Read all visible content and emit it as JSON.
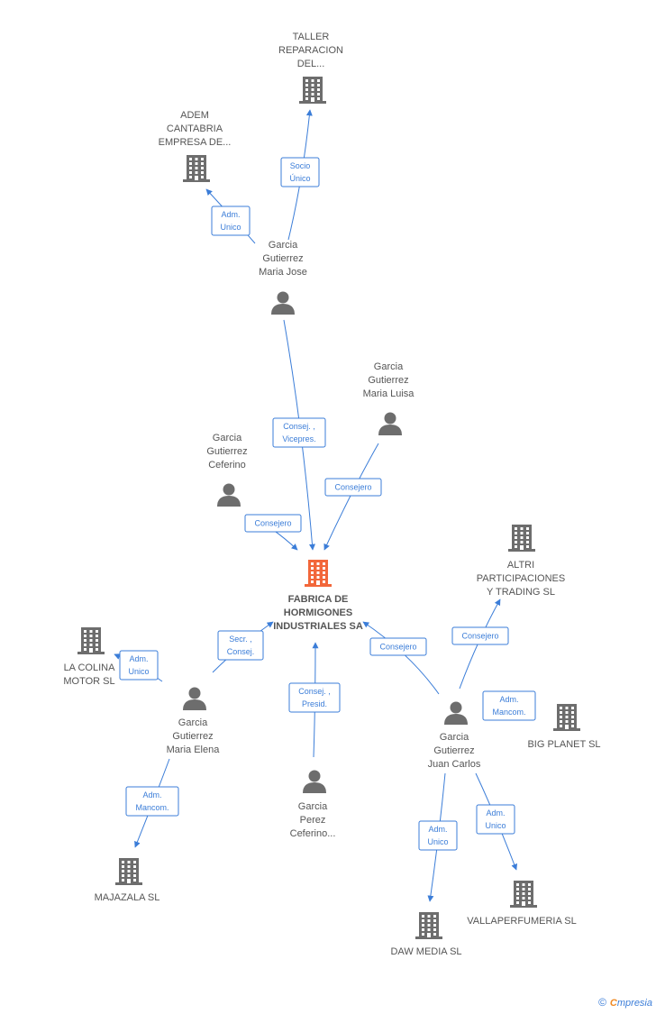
{
  "colors": {
    "edge": "#3b7dd8",
    "icon": "#6d6d6d",
    "main": "#f2673a",
    "label": "#555555"
  },
  "nodes": [
    {
      "id": "main",
      "type": "company",
      "main": true,
      "label": [
        "FABRICA DE",
        "HORMIGONES",
        "INDUSTRIALES SA"
      ]
    },
    {
      "id": "taller",
      "type": "company",
      "label": [
        "TALLER",
        "REPARACION",
        "DEL..."
      ]
    },
    {
      "id": "adem",
      "type": "company",
      "label": [
        "ADEM",
        "CANTABRIA",
        "EMPRESA DE..."
      ]
    },
    {
      "id": "mjose",
      "type": "person",
      "label": [
        "Garcia",
        "Gutierrez",
        "Maria Jose"
      ]
    },
    {
      "id": "mluisa",
      "type": "person",
      "label": [
        "Garcia",
        "Gutierrez",
        "Maria Luisa"
      ]
    },
    {
      "id": "ceferino",
      "type": "person",
      "label": [
        "Garcia",
        "Gutierrez",
        "Ceferino"
      ]
    },
    {
      "id": "altri",
      "type": "company",
      "label": [
        "ALTRI",
        "PARTICIPACIONES",
        "Y TRADING SL"
      ]
    },
    {
      "id": "lacolina",
      "type": "company",
      "label": [
        "LA COLINA",
        "MOTOR SL"
      ]
    },
    {
      "id": "melena",
      "type": "person",
      "label": [
        "Garcia",
        "Gutierrez",
        "Maria Elena"
      ]
    },
    {
      "id": "perez",
      "type": "person",
      "label": [
        "Garcia",
        "Perez",
        "Ceferino..."
      ]
    },
    {
      "id": "jcarlos",
      "type": "person",
      "label": [
        "Garcia",
        "Gutierrez",
        "Juan Carlos"
      ]
    },
    {
      "id": "bigplanet",
      "type": "company",
      "label": [
        "BIG PLANET SL"
      ]
    },
    {
      "id": "majazala",
      "type": "company",
      "label": [
        "MAJAZALA SL"
      ]
    },
    {
      "id": "dawmedia",
      "type": "company",
      "label": [
        "DAW MEDIA SL"
      ]
    },
    {
      "id": "vallaperfumeria",
      "type": "company",
      "label": [
        "VALLAPERFUMERIA SL"
      ]
    }
  ],
  "edges": [
    {
      "from": "mjose",
      "to": "taller",
      "label": [
        "Socio",
        "Único"
      ]
    },
    {
      "from": "mjose",
      "to": "adem",
      "label": [
        "Adm.",
        "Unico"
      ]
    },
    {
      "from": "mjose",
      "to": "main",
      "label": [
        "Consej. ,",
        "Vicepres."
      ]
    },
    {
      "from": "mluisa",
      "to": "main",
      "label": [
        "Consejero"
      ]
    },
    {
      "from": "ceferino",
      "to": "main",
      "label": [
        "Consejero"
      ]
    },
    {
      "from": "melena",
      "to": "main",
      "label": [
        "Secr. ,",
        "Consej."
      ]
    },
    {
      "from": "melena",
      "to": "lacolina",
      "label": [
        "Adm.",
        "Unico"
      ]
    },
    {
      "from": "melena",
      "to": "majazala",
      "label": [
        "Adm.",
        "Mancom."
      ]
    },
    {
      "from": "perez",
      "to": "main",
      "label": [
        "Consej. ,",
        "Presid."
      ]
    },
    {
      "from": "jcarlos",
      "to": "main",
      "label": [
        "Consejero"
      ]
    },
    {
      "from": "jcarlos",
      "to": "altri",
      "label": [
        "Consejero"
      ]
    },
    {
      "from": "jcarlos",
      "to": "bigplanet",
      "label": [
        "Adm.",
        "Mancom."
      ]
    },
    {
      "from": "jcarlos",
      "to": "dawmedia",
      "label": [
        "Adm.",
        "Unico"
      ]
    },
    {
      "from": "jcarlos",
      "to": "vallaperfumeria",
      "label": [
        "Adm.",
        "Unico"
      ]
    }
  ],
  "brand": {
    "copyright": "©",
    "e": "C",
    "rest": "mpresia"
  }
}
